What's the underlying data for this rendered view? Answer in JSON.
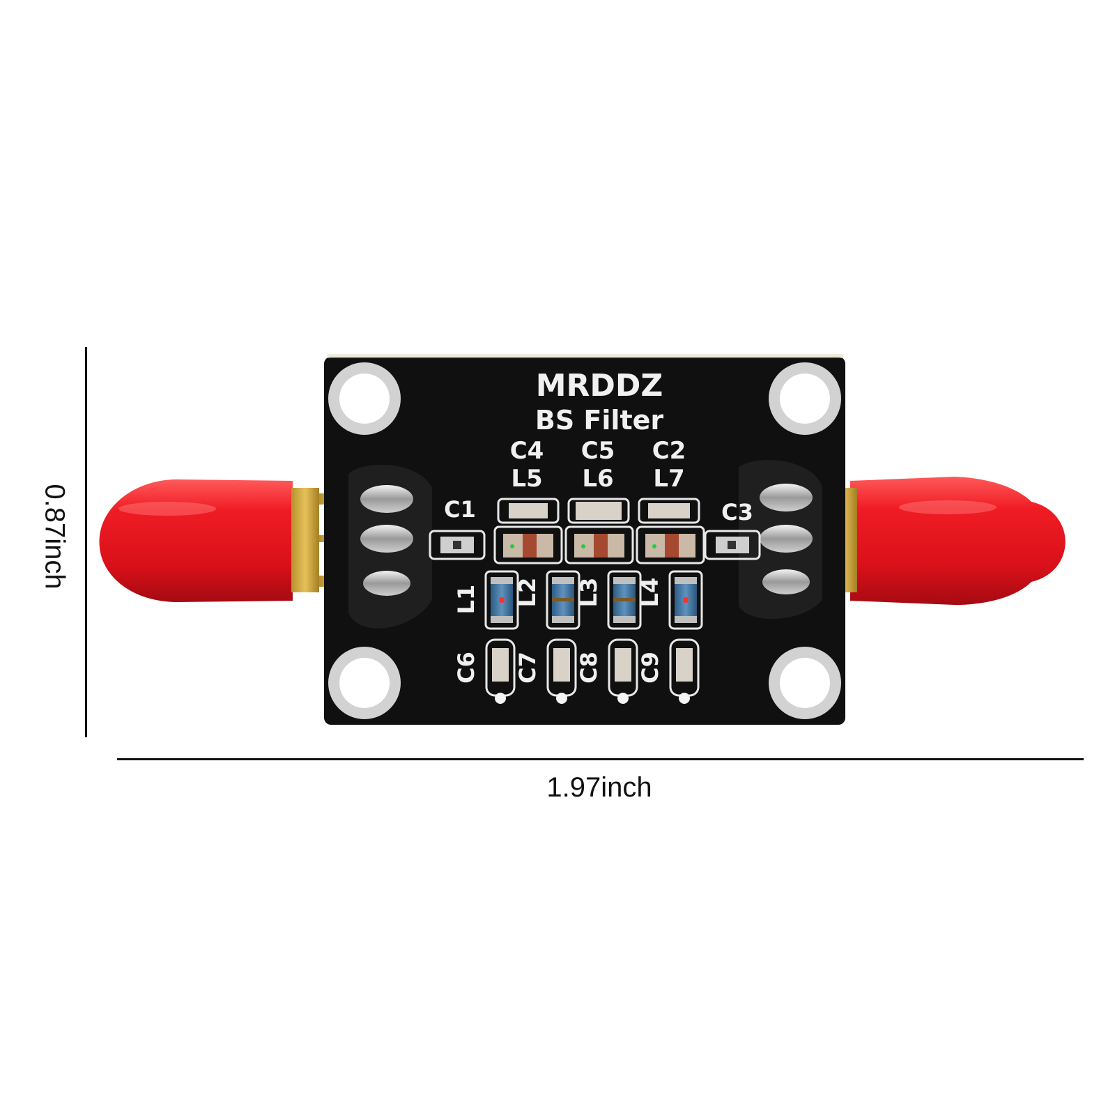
{
  "dimensions": {
    "height_label": "0.87inch",
    "width_label": "1.97inch"
  },
  "board": {
    "brand": "MRDDZ",
    "name": "BS Filter",
    "color": "#111111",
    "connector_color": "#e8141e",
    "labels": {
      "c1": "C1",
      "c2": "C2",
      "c3": "C3",
      "c4": "C4",
      "c5": "C5",
      "c6": "C6",
      "c7": "C7",
      "c8": "C8",
      "c9": "C9",
      "l1": "L1",
      "l2": "L2",
      "l3": "L3",
      "l4": "L4",
      "l5": "L5",
      "l6": "L6",
      "l7": "L7"
    }
  }
}
